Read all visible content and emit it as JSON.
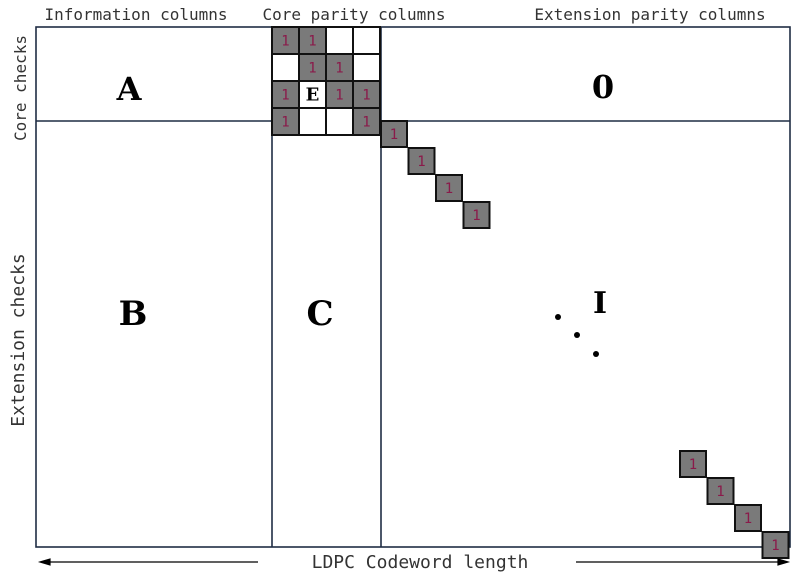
{
  "header_labels": {
    "information_columns": "Information columns",
    "core_parity_columns": "Core parity columns",
    "extension_parity_columns": "Extension parity columns"
  },
  "row_labels": {
    "core_checks": "Core checks",
    "extension_checks": "Extension checks"
  },
  "footer": {
    "codeword_length": "LDPC Codeword length"
  },
  "blocks": {
    "A": "A",
    "zero": "0",
    "B": "B",
    "C": "C",
    "E": "E",
    "I": "I"
  },
  "core_grid": {
    "cells": [
      [
        "1",
        "1",
        "",
        ""
      ],
      [
        "",
        "1",
        "1",
        ""
      ],
      [
        "1",
        "E",
        "1",
        "1"
      ],
      [
        "1",
        "",
        "",
        "1"
      ]
    ],
    "filled": [
      [
        true,
        true,
        false,
        false
      ],
      [
        false,
        true,
        true,
        false
      ],
      [
        true,
        false,
        true,
        true
      ],
      [
        true,
        false,
        false,
        true
      ]
    ]
  },
  "diagonal_entry": "1",
  "colors": {
    "border": "#1f2d44",
    "cell_fill": "#7a7a7a",
    "one_text": "#8a1a4a",
    "text": "#000000",
    "label_text": "#333333"
  }
}
